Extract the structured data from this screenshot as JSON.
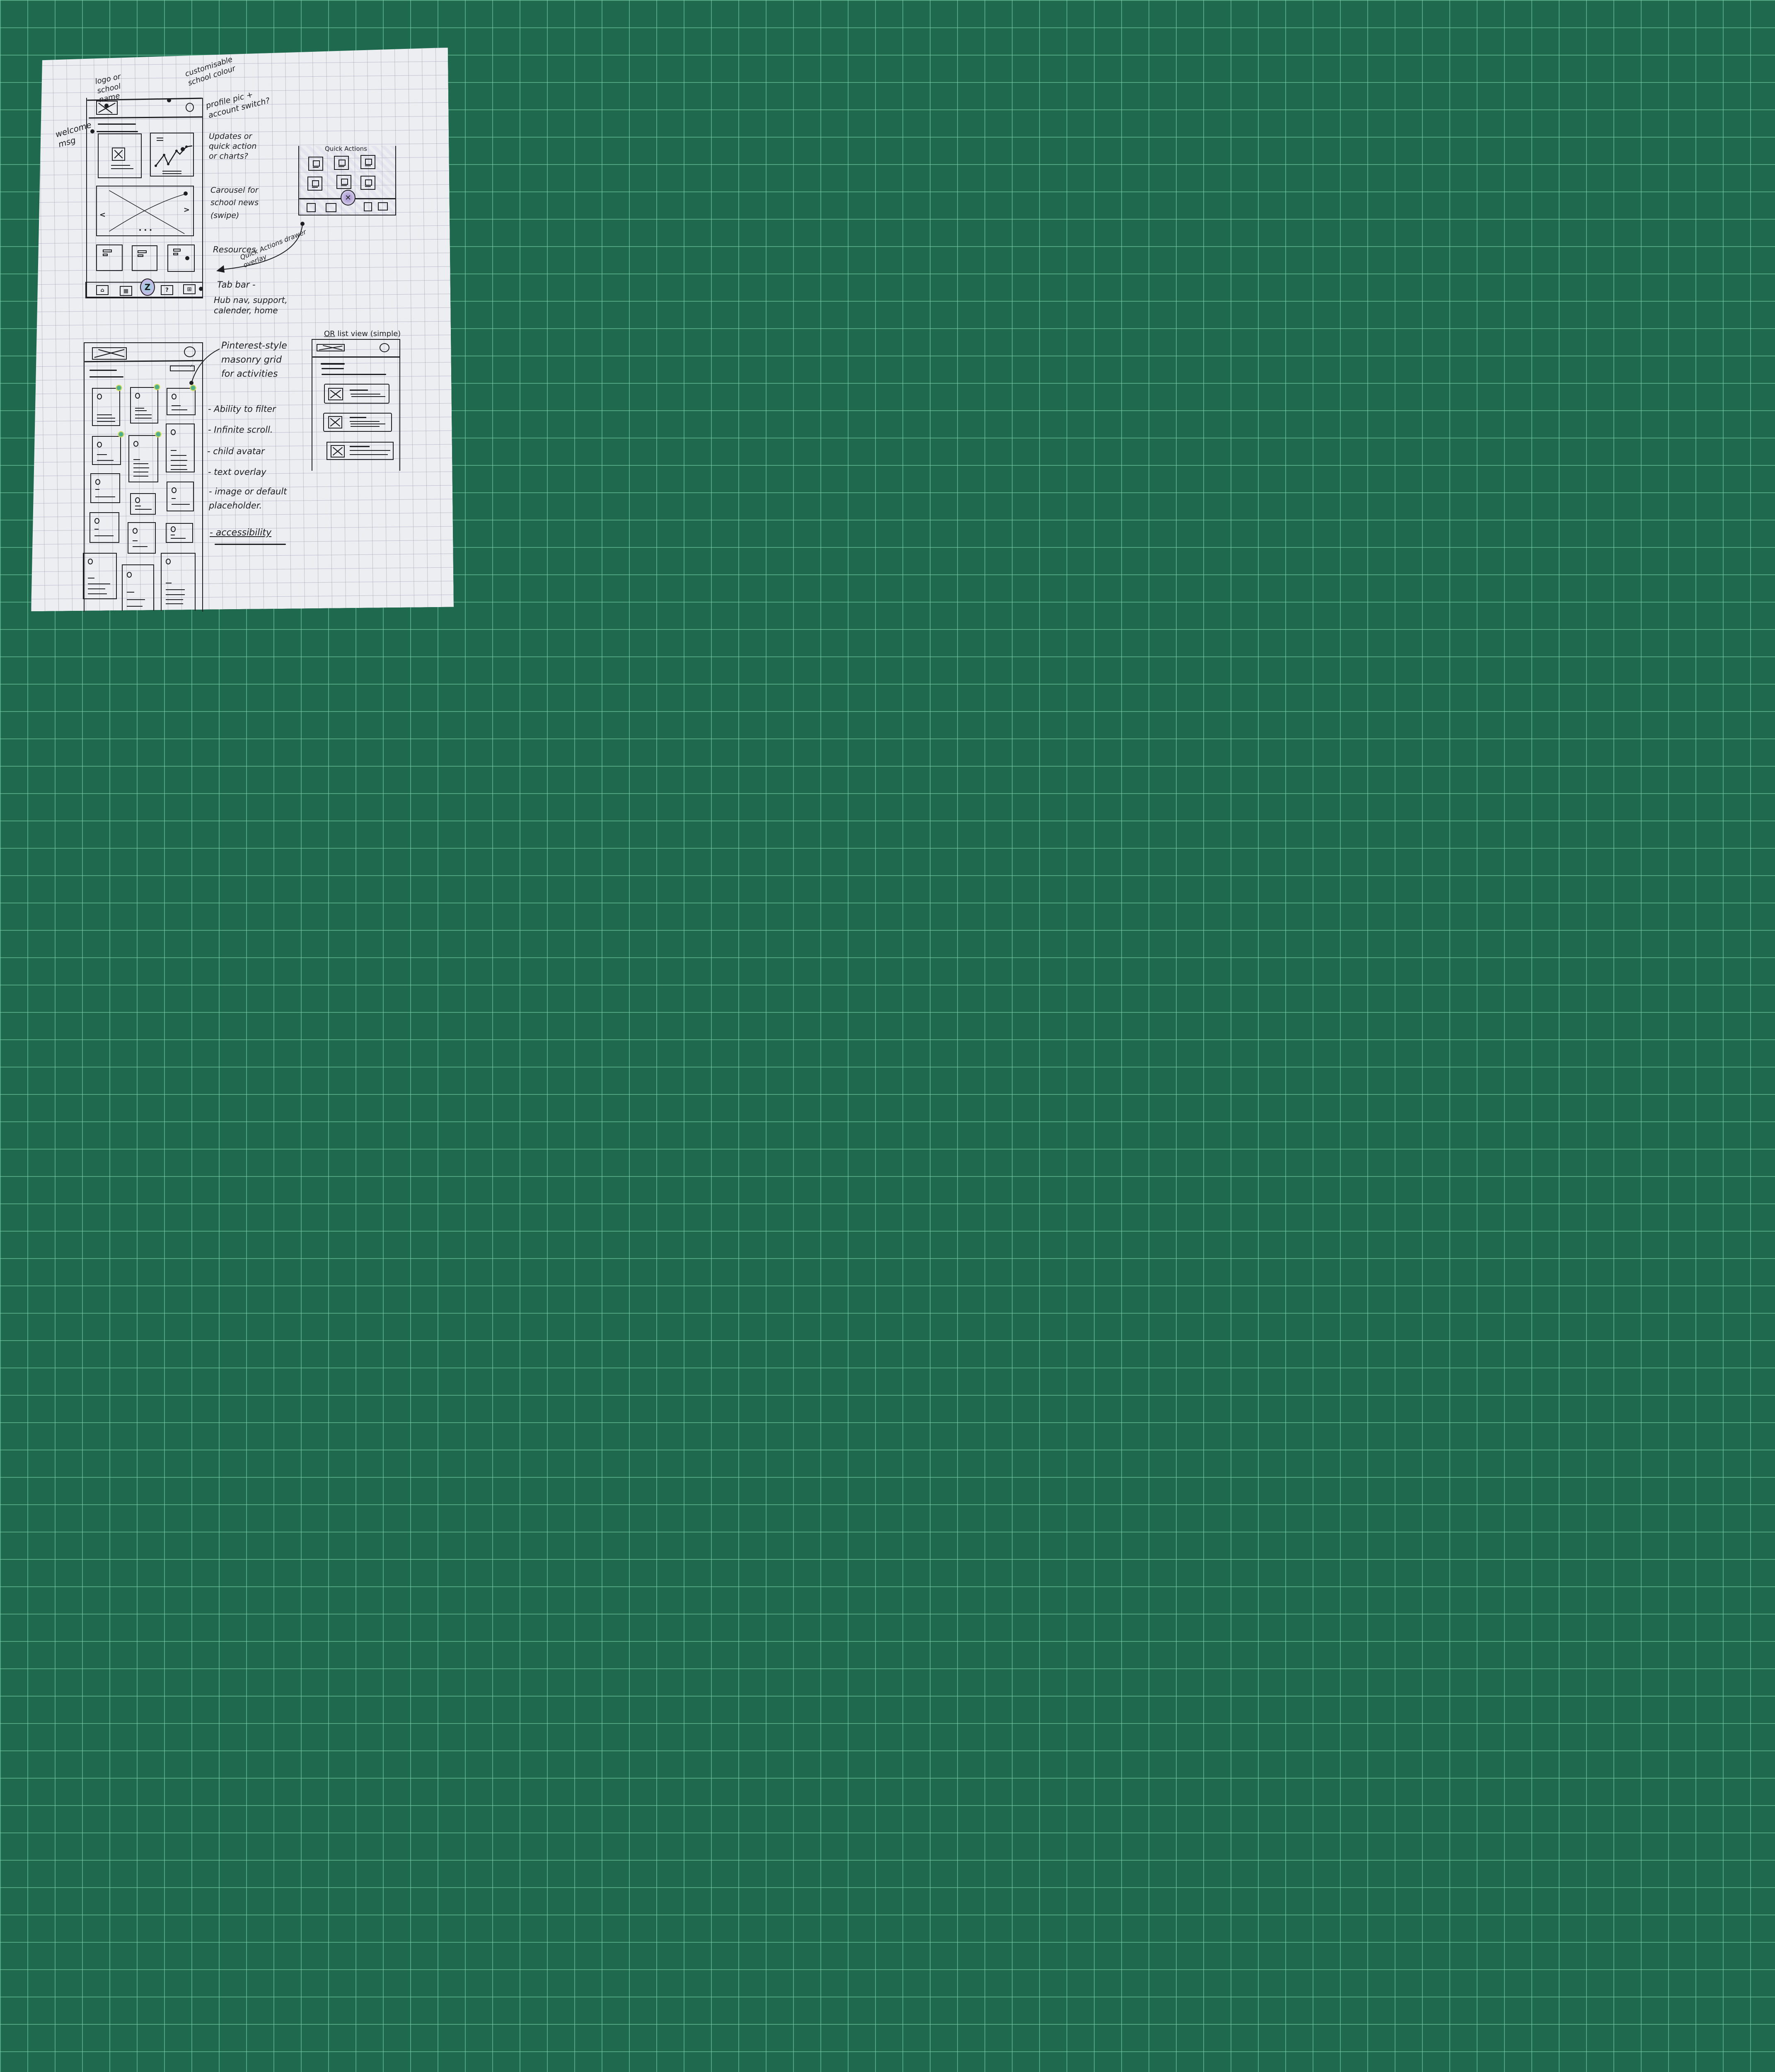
{
  "sketch": {
    "surface": "grid-paper-on-cutting-mat",
    "ink_color": "#1e1d22",
    "highlight_color": "#7a5bb0",
    "pin_highlight_colors": [
      "#4fae8a",
      "#e6e35a"
    ]
  },
  "home_screen": {
    "header": {
      "logo_placeholder": "logo-x-box",
      "profile_icon": "profile-circle"
    },
    "welcome_lines": 2,
    "widgets": [
      {
        "type": "image-card",
        "icon": "image-placeholder-icon"
      },
      {
        "type": "chart-card",
        "icon": "line-chart-icon"
      }
    ],
    "carousel": {
      "prev": "<",
      "next": ">",
      "dots": "• • •"
    },
    "resources": [
      {
        "icon": "doc-icon"
      },
      {
        "icon": "doc-icon"
      },
      {
        "icon": "doc-icon"
      }
    ],
    "tab_bar": {
      "items": [
        {
          "name": "home",
          "glyph": "⌂"
        },
        {
          "name": "calendar",
          "glyph": "▦"
        },
        {
          "name": "quick-actions",
          "glyph": "Z"
        },
        {
          "name": "support",
          "glyph": "?"
        },
        {
          "name": "hub",
          "glyph": "⊞"
        }
      ]
    }
  },
  "annotations": {
    "logo": "logo or\nschool\nname",
    "colour": "customisable\nschool colour",
    "profile": "profile pic +\naccount switch?",
    "welcome": "welcome\nmsg",
    "updates": "Updates or\nquick action\nor charts?",
    "carousel": "Carousel for\nschool news\n(swipe)",
    "resources": "Resources",
    "drawer": "Quick Actions drawer\noverlay",
    "tabbar": "Tab bar -",
    "tabbar_detail": "Hub nav, support,\ncalender, home",
    "masonry": "Pinterest-style\nmasonry grid\nfor activities",
    "list_view_prefix": "OR",
    "list_view": " list view (simple)"
  },
  "quick_actions": {
    "title": "Quick Actions",
    "tile_count": 6,
    "close_glyph": "✕"
  },
  "features": [
    "- Ability to filter",
    "- Infinite scroll.",
    "- child avatar",
    "- text overlay",
    "- image or default\n  placeholder.",
    "- accessibility"
  ],
  "list_screen": {
    "rows": 3
  }
}
